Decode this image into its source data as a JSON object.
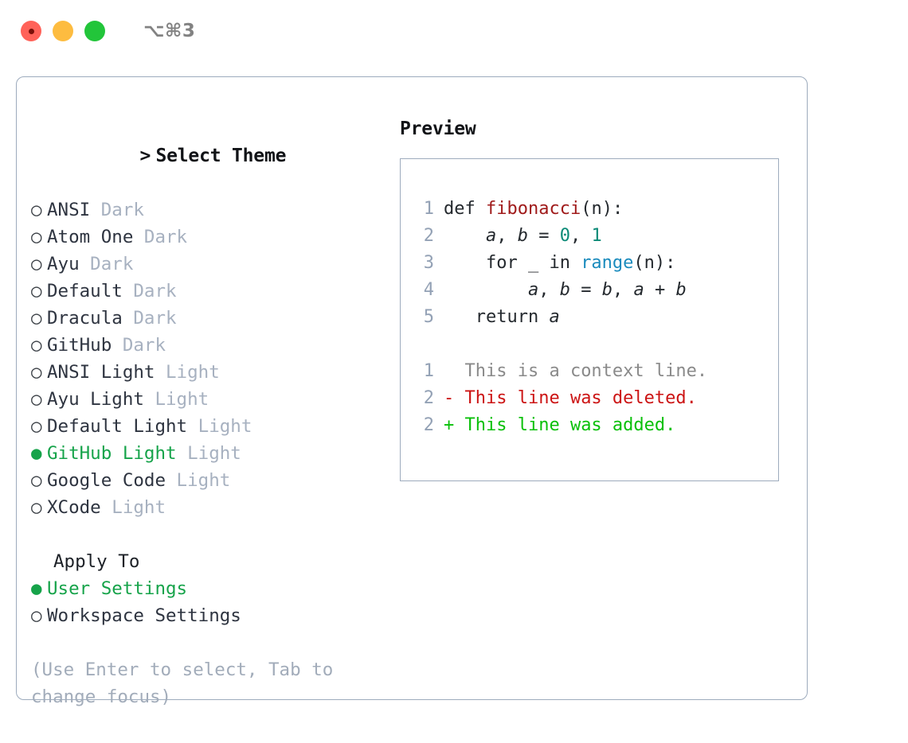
{
  "titlebar": {
    "shortcut": "⌥⌘3",
    "buttons": [
      {
        "name": "close",
        "color": "#ff6259"
      },
      {
        "name": "minimize",
        "color": "#fdbc40"
      },
      {
        "name": "zoom",
        "color": "#22c53a"
      }
    ]
  },
  "theme_picker": {
    "header_prompt": ">",
    "header_label": "Select Theme",
    "bullet_empty": "○",
    "bullet_filled": "●",
    "items": [
      {
        "name": "ANSI",
        "kind": "Dark",
        "selected": false
      },
      {
        "name": "Atom One",
        "kind": "Dark",
        "selected": false
      },
      {
        "name": "Ayu",
        "kind": "Dark",
        "selected": false
      },
      {
        "name": "Default",
        "kind": "Dark",
        "selected": false
      },
      {
        "name": "Dracula",
        "kind": "Dark",
        "selected": false
      },
      {
        "name": "GitHub",
        "kind": "Dark",
        "selected": false
      },
      {
        "name": "ANSI Light",
        "kind": "Light",
        "selected": false
      },
      {
        "name": "Ayu Light",
        "kind": "Light",
        "selected": false
      },
      {
        "name": "Default Light",
        "kind": "Light",
        "selected": false
      },
      {
        "name": "GitHub Light",
        "kind": "Light",
        "selected": true
      },
      {
        "name": "Google Code",
        "kind": "Light",
        "selected": false
      },
      {
        "name": "XCode",
        "kind": "Light",
        "selected": false
      }
    ]
  },
  "apply_to": {
    "header_label": "Apply To",
    "options": [
      {
        "label": "User Settings",
        "selected": true
      },
      {
        "label": "Workspace Settings",
        "selected": false
      }
    ]
  },
  "help": {
    "text": "(Use Enter to select, Tab to change focus)"
  },
  "preview": {
    "title": "Preview",
    "code_lines": [
      {
        "no": "1",
        "segments": [
          {
            "t": "def ",
            "c": "plain"
          },
          {
            "t": "fibonacci",
            "c": "fn"
          },
          {
            "t": "(n):",
            "c": "plain"
          }
        ]
      },
      {
        "no": "2",
        "segments": [
          {
            "t": "    ",
            "c": "plain"
          },
          {
            "t": "a",
            "c": "var"
          },
          {
            "t": ", ",
            "c": "plain"
          },
          {
            "t": "b",
            "c": "var"
          },
          {
            "t": " = ",
            "c": "plain"
          },
          {
            "t": "0",
            "c": "num"
          },
          {
            "t": ", ",
            "c": "plain"
          },
          {
            "t": "1",
            "c": "num"
          }
        ]
      },
      {
        "no": "3",
        "segments": [
          {
            "t": "    for _ in ",
            "c": "plain"
          },
          {
            "t": "range",
            "c": "call"
          },
          {
            "t": "(n):",
            "c": "plain"
          }
        ]
      },
      {
        "no": "4",
        "segments": [
          {
            "t": "        ",
            "c": "plain"
          },
          {
            "t": "a",
            "c": "var"
          },
          {
            "t": ", ",
            "c": "plain"
          },
          {
            "t": "b",
            "c": "var"
          },
          {
            "t": " = ",
            "c": "plain"
          },
          {
            "t": "b",
            "c": "var"
          },
          {
            "t": ", ",
            "c": "plain"
          },
          {
            "t": "a",
            "c": "var"
          },
          {
            "t": " + ",
            "c": "plain"
          },
          {
            "t": "b",
            "c": "var"
          }
        ]
      },
      {
        "no": "5",
        "segments": [
          {
            "t": "   return ",
            "c": "plain"
          },
          {
            "t": "a",
            "c": "var"
          }
        ]
      }
    ],
    "diff_lines": [
      {
        "no": "1",
        "marker": " ",
        "text": " This is a context line.",
        "kind": "ctx"
      },
      {
        "no": "2",
        "marker": "-",
        "text": " This line was deleted.",
        "kind": "del"
      },
      {
        "no": "2",
        "marker": "+",
        "text": " This line was added.",
        "kind": "add"
      }
    ]
  },
  "colors": {
    "accent_green": "#16a34a",
    "diff_add": "#09c009",
    "diff_del": "#cc1414",
    "diff_ctx": "#8a8a8a",
    "syntax_function": "#a01b1b",
    "syntax_number": "#0b8a77",
    "syntax_call": "#1a8bbd",
    "line_number": "#93a1b5",
    "muted": "#a7b1c0",
    "border": "#9dabbd"
  }
}
